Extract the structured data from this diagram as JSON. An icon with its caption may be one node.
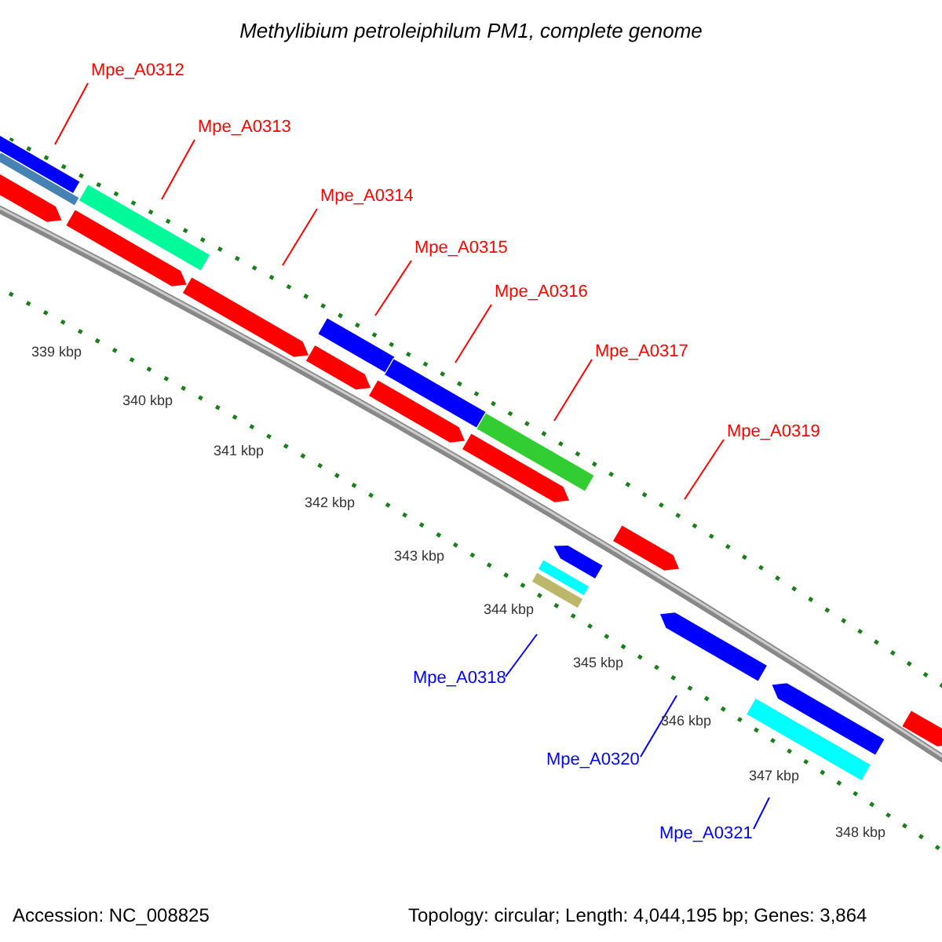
{
  "diagram": {
    "title": "Methylibium petroleiphilum PM1, complete genome",
    "nodes": [
      {
        "text": [
          "Mpe_A0312"
        ]
      },
      {
        "text": [
          "Mpe_A0313"
        ]
      },
      {
        "text": [
          "Mpe_A0314"
        ]
      },
      {
        "text": [
          "Mpe_A0315"
        ]
      },
      {
        "text": [
          "Mpe_A0316"
        ]
      },
      {
        "text": [
          "Mpe_A0317"
        ]
      },
      {
        "text": [
          "Mpe_A0319"
        ]
      },
      {
        "text": [
          "Mpe_A0318"
        ]
      },
      {
        "text": [
          "Mpe_A0320"
        ]
      },
      {
        "text": [
          "Mpe_A0321"
        ]
      }
    ],
    "edges": [
      {
        "from": 0,
        "to": null,
        "arrow": "none"
      },
      {
        "from": 1,
        "to": null,
        "arrow": "none"
      },
      {
        "from": 2,
        "to": null,
        "arrow": "none"
      },
      {
        "from": 3,
        "to": null,
        "arrow": "none"
      },
      {
        "from": 4,
        "to": null,
        "arrow": "none"
      },
      {
        "from": 5,
        "to": null,
        "arrow": "none"
      },
      {
        "from": 6,
        "to": null,
        "arrow": "none"
      },
      {
        "from": 7,
        "to": null,
        "arrow": "none",
        "color": "#0000ff"
      },
      {
        "from": 8,
        "to": null,
        "arrow": "none",
        "color": "#0000ff"
      },
      {
        "from": 9,
        "to": null,
        "arrow": "none",
        "color": "#0000ff"
      }
    ],
    "labels": [
      "339 kbp",
      "340 kbp",
      "341 kbp",
      "342 kbp",
      "343 kbp",
      "344 kbp",
      "345 kbp",
      "346 kbp",
      "347 kbp",
      "348 kbp",
      "Accession: NC_008825",
      "Topology: circular; Length: 4,044,195 bp; Genes: 3,864"
    ]
  }
}
